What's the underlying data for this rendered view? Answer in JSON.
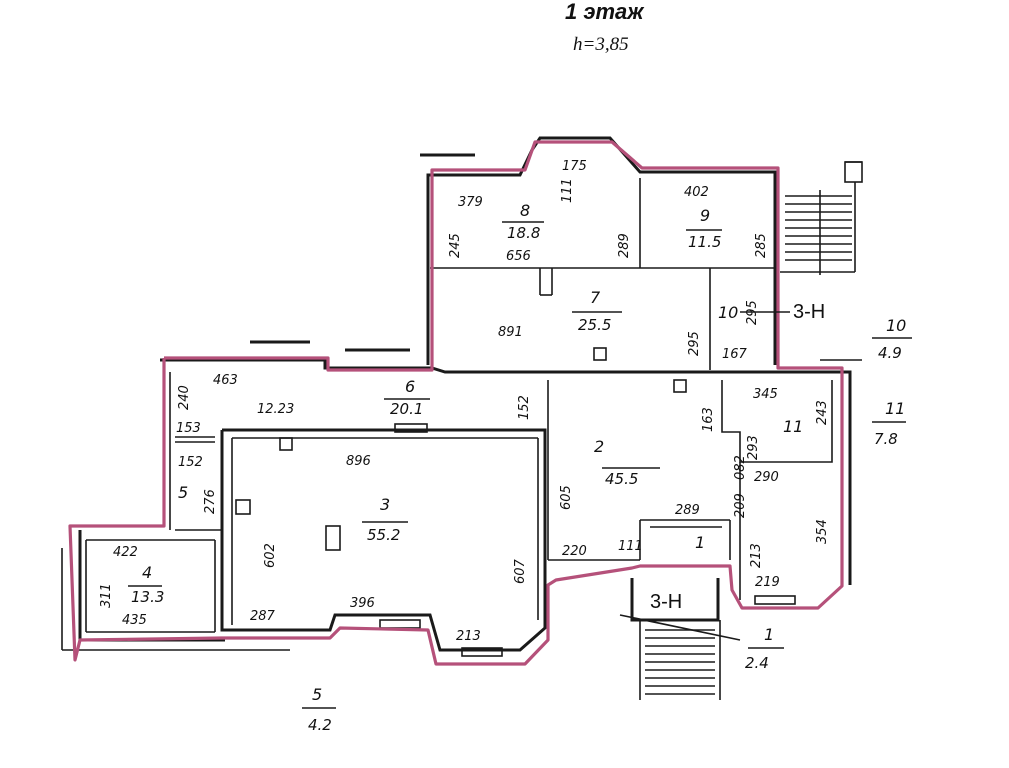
{
  "header": {
    "title": "1 этаж",
    "height_label": "h=3,85"
  },
  "rooms": [
    {
      "number": "1",
      "area": ""
    },
    {
      "number": "2",
      "area": "45.5"
    },
    {
      "number": "3",
      "area": "55.2"
    },
    {
      "number": "4",
      "area": "13.3"
    },
    {
      "number": "5",
      "area": ""
    },
    {
      "number": "6",
      "area": "20.1"
    },
    {
      "number": "7",
      "area": "25.5"
    },
    {
      "number": "8",
      "area": "18.8"
    },
    {
      "number": "9",
      "area": "11.5"
    },
    {
      "number": "10",
      "area": ""
    },
    {
      "number": "11",
      "area": ""
    }
  ],
  "outside_rooms": [
    {
      "number": "10",
      "area": "4.9"
    },
    {
      "number": "11",
      "area": "7.8"
    },
    {
      "number": "1",
      "area": "2.4"
    },
    {
      "number": "5",
      "area": "4.2"
    }
  ],
  "exit_labels": [
    "3-Н",
    "3-Н"
  ],
  "dimensions": [
    "379",
    "245",
    "656",
    "175",
    "111",
    "289",
    "402",
    "285",
    "891",
    "295",
    "295",
    "167",
    "463",
    "240",
    "153",
    "12.23",
    "152",
    "345",
    "163",
    "243",
    "293",
    "290",
    "209",
    "152",
    "276",
    "896",
    "602",
    "605",
    "220",
    "111",
    "289",
    "354",
    "213",
    "219",
    "422",
    "311",
    "435",
    "287",
    "396",
    "213",
    "607",
    "082"
  ]
}
